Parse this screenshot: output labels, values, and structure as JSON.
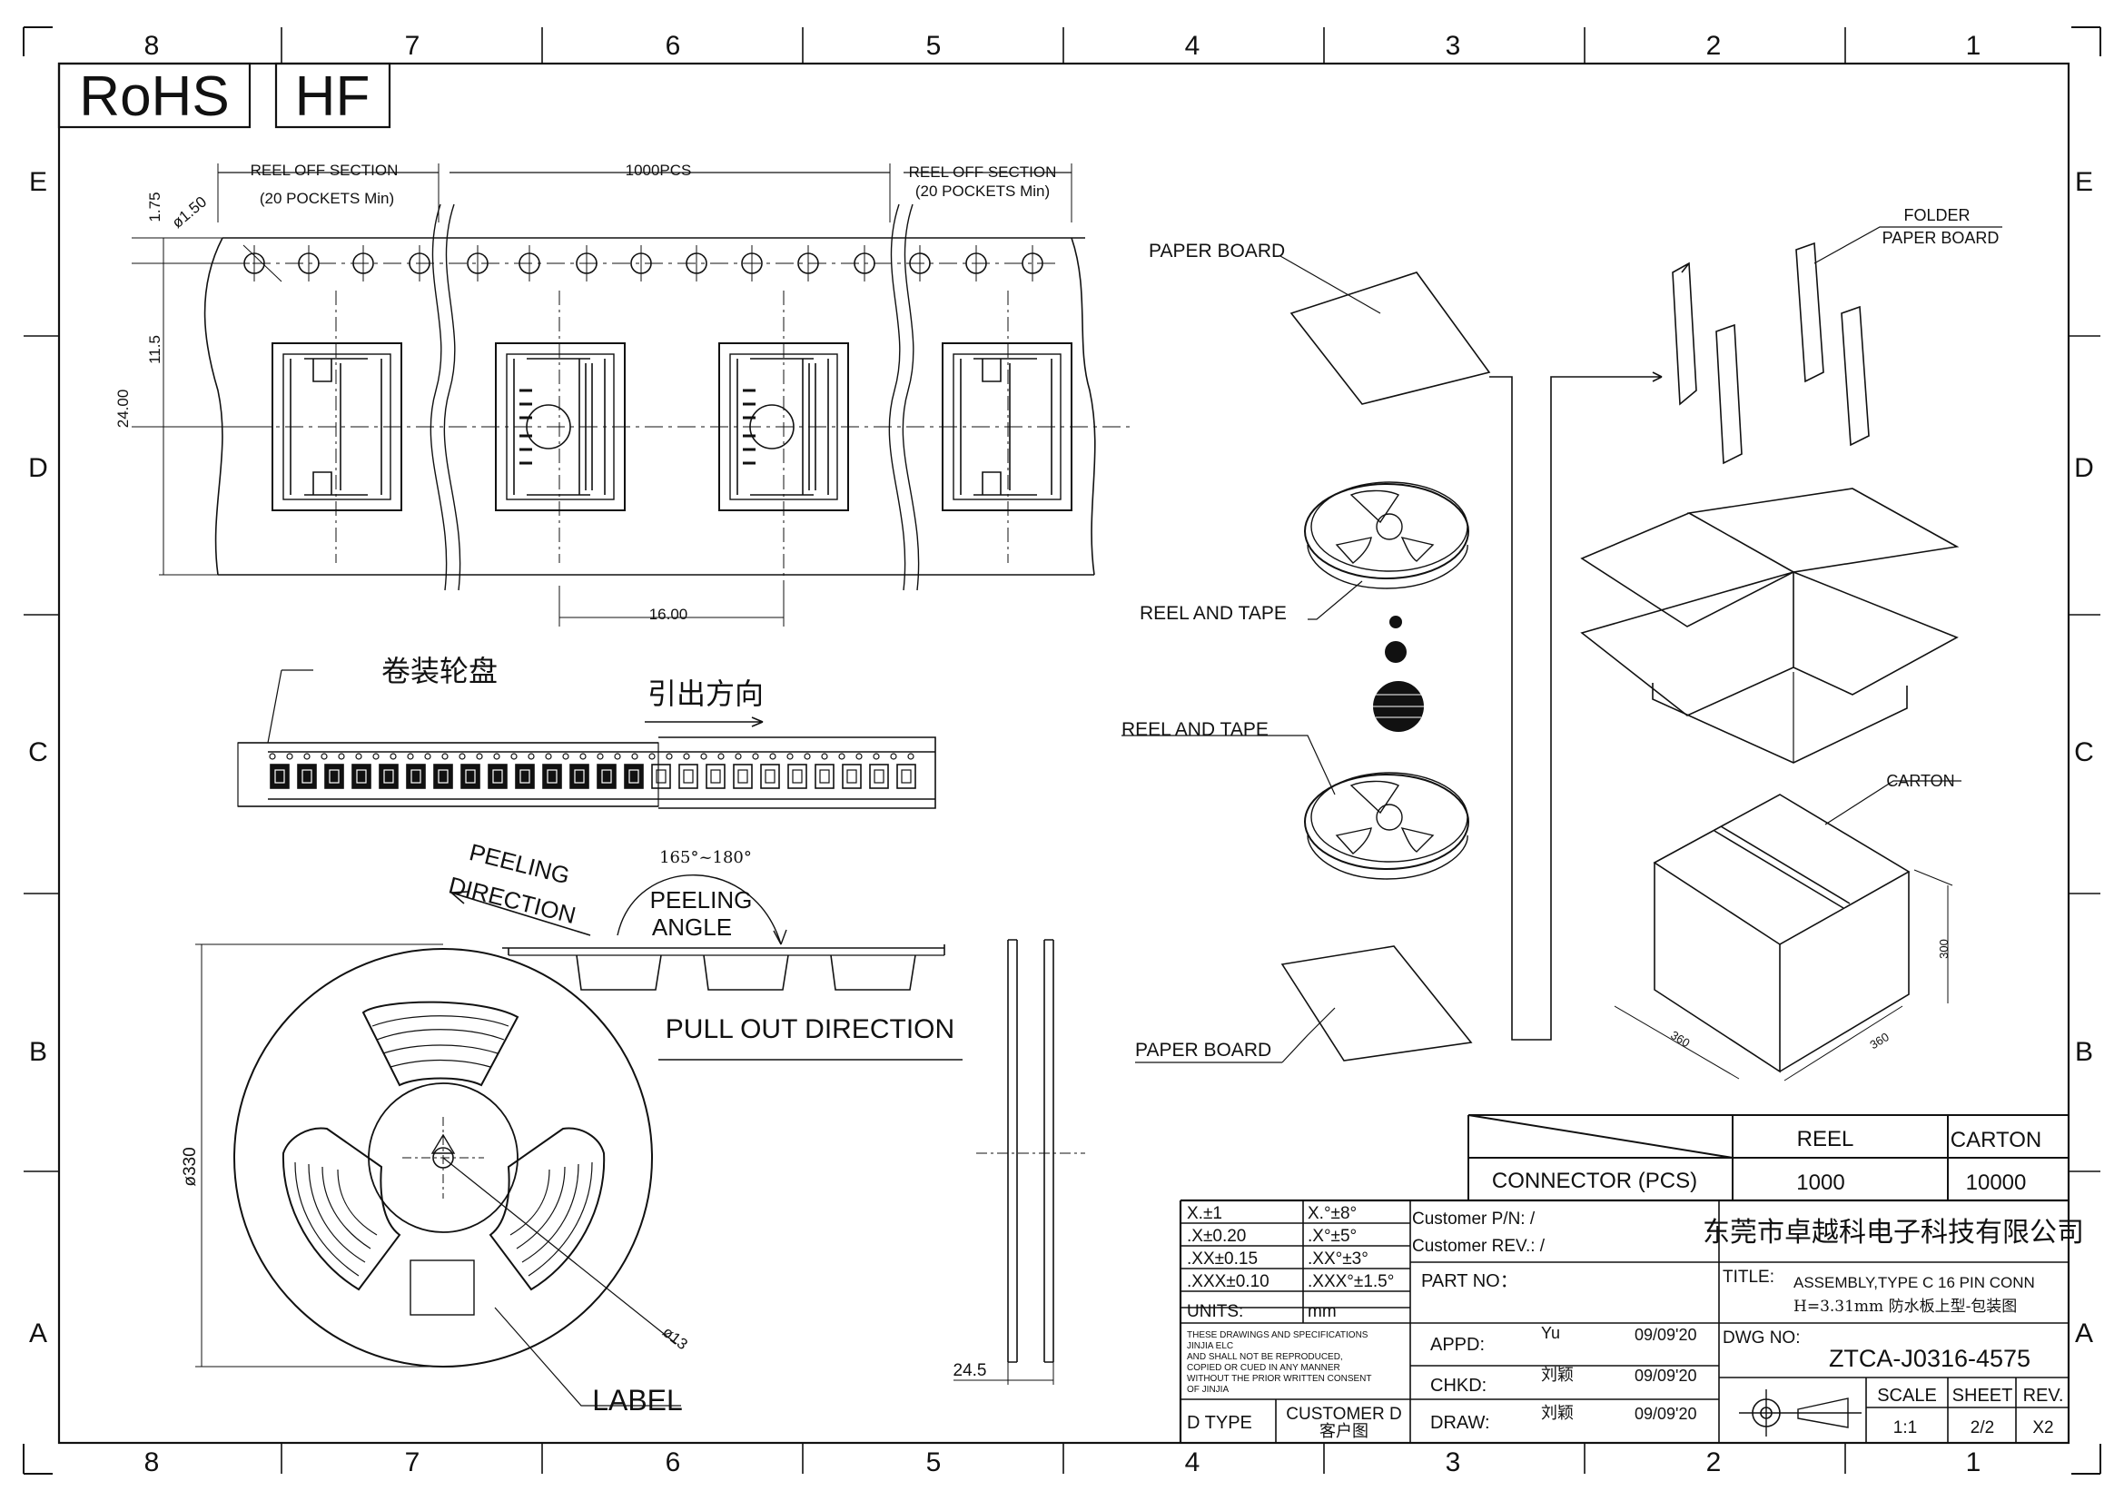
{
  "frame": {
    "zones_top": [
      "8",
      "7",
      "6",
      "5",
      "4",
      "3",
      "2",
      "1"
    ],
    "zones_bottom": [
      "8",
      "7",
      "6",
      "5",
      "4",
      "3",
      "2",
      "1"
    ],
    "rows_left": [
      "E",
      "D",
      "C",
      "B",
      "A"
    ],
    "rows_right": [
      "E",
      "D",
      "C",
      "B",
      "A"
    ]
  },
  "badges": [
    "RoHS",
    "HF"
  ],
  "tape": {
    "reel_off_left_title": "REEL OFF SECTION",
    "reel_off_left_sub": "(20 POCKETS Min)",
    "pcs_label": "1000PCS",
    "reel_off_right_title": "REEL OFF SECTION",
    "reel_off_right_sub": "(20 POCKETS Min)",
    "dim_175": "1.75",
    "dim_hole": "ø1.50",
    "dim_115": "11.5",
    "dim_24": "24.00",
    "dim_pitch": "16.00"
  },
  "reel_strip": {
    "reel_label": "卷装轮盘",
    "out_label": "引出方向"
  },
  "peel": {
    "direction": "PEELING DIRECTION",
    "angle_range": "165°~180°",
    "angle_label_1": "PEELING",
    "angle_label_2": "ANGLE",
    "pull_out": "PULL OUT DIRECTION"
  },
  "reel_view": {
    "dia_330": "ø330",
    "dia_13": "ø13",
    "label": "LABEL",
    "width_245": "24.5"
  },
  "packing": {
    "paper_board_top": "PAPER BOARD",
    "reel_tape_1": "REEL AND TAPE",
    "reel_tape_2": "REEL AND TAPE",
    "paper_board_bottom": "PAPER BOARD",
    "folder_1": "FOLDER",
    "folder_2": "PAPER BOARD",
    "carton": "CARTON",
    "dim_300": "300",
    "dim_360a": "360",
    "dim_360b": "360"
  },
  "qty_table": {
    "col_reel": "REEL",
    "col_carton": "CARTON",
    "row_label": "CONNECTOR (PCS)",
    "reel_val": "1000",
    "carton_val": "10000"
  },
  "title_block": {
    "tol": [
      [
        "X.±1",
        "X.°±8°"
      ],
      [
        ".X±0.20",
        ".X°±5°"
      ],
      [
        ".XX±0.15",
        ".XX°±3°"
      ],
      [
        ".XXX±0.10",
        ".XXX°±1.5°"
      ],
      [
        "UNITS:",
        "mm"
      ]
    ],
    "notice": [
      "THESE DRAWINGS AND SPECIFICATIONS",
      "JINJIA ELC",
      "AND SHALL NOT BE REPRODUCED,",
      "COPIED OR CUED IN ANY MANNER",
      "WITHOUT THE PRIOR WRITTEN CONSENT",
      "OF JINJIA"
    ],
    "d_type": "D TYPE",
    "customer_d": "CUSTOMER D",
    "customer_d_cn": "客户图",
    "cust_pn": "Customer P/N:   /",
    "cust_rev": "Customer REV.: /",
    "part_no": "PART NO：",
    "appd_label": "APPD:",
    "appd_name": "Yu",
    "appd_date": "09/09'20",
    "chkd_label": "CHKD:",
    "chkd_name": "刘颖",
    "chkd_date": "09/09'20",
    "draw_label": "DRAW:",
    "draw_name": "刘颖",
    "draw_date": "09/09'20",
    "company": "东莞市卓越科电子科技有限公司",
    "title_label": "TITLE:",
    "title_1": "ASSEMBLY,TYPE C 16 PIN CONN",
    "title_2": "H=3.31mm 防水板上型-包装图",
    "dwg_label": "DWG NO:",
    "dwg_no": "ZTCA-J0316-4575",
    "scale_h": "SCALE",
    "sheet_h": "SHEET",
    "rev_h": "REV.",
    "scale_v": "1:1",
    "sheet_v": "2/2",
    "rev_v": "X2"
  }
}
